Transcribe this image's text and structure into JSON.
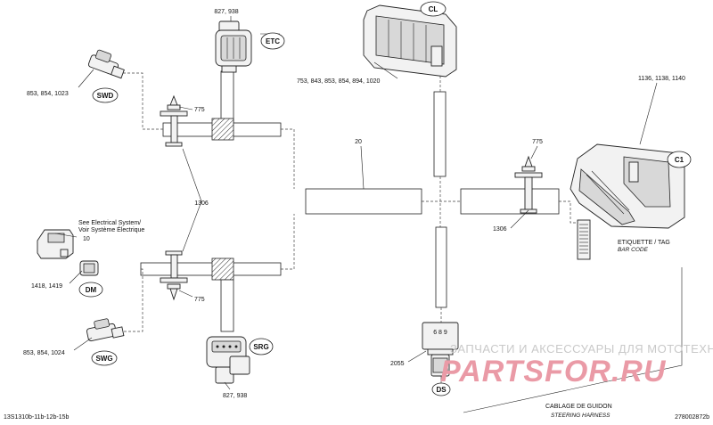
{
  "labels": {
    "etc_parts": "827, 938",
    "swd_parts": "853, 854, 1023",
    "see_electrical_1": "See Electrical System/",
    "see_electrical_2": "Voir Système Électrique",
    "dm_ref": "10",
    "dm_parts": "1418, 1419",
    "swg_parts": "853, 854, 1024",
    "srg_parts": "827, 938",
    "clip_upper": "775",
    "clip_lower": "775",
    "clip_right": "775",
    "tie_left": "1306",
    "tie_right": "1306",
    "cl_parts": "753, 843, 853, 854, 894, 1020",
    "harness": "20",
    "c1_parts": "1136, 1138, 1140",
    "ds_part": "2055",
    "ds_number": "6 8 9",
    "tag_fr": "ETIQUETTE / TAG",
    "tag_en": "BAR CODE",
    "title_fr": "CABLAGE DE GUIDON",
    "title_en": "STEERING HARNESS",
    "doc_left": "13S1310b-11b-12b-15b",
    "doc_right": "278002872b"
  },
  "connectors": {
    "etc": "ETC",
    "swd": "SWD",
    "dm": "DM",
    "swg": "SWG",
    "srg": "SRG",
    "cl": "CL",
    "c1": "C1",
    "ds": "DS"
  },
  "watermark": {
    "line1": "ЗАПЧАСТИ И АКСЕССУАРЫ ДЛЯ МОТОТЕХНИКИ",
    "line2": "PARTSFOR.RU"
  },
  "colors": {
    "line": "#222222",
    "watermark_text": "#c9c9c9",
    "watermark_logo": "#ea9aa6"
  }
}
